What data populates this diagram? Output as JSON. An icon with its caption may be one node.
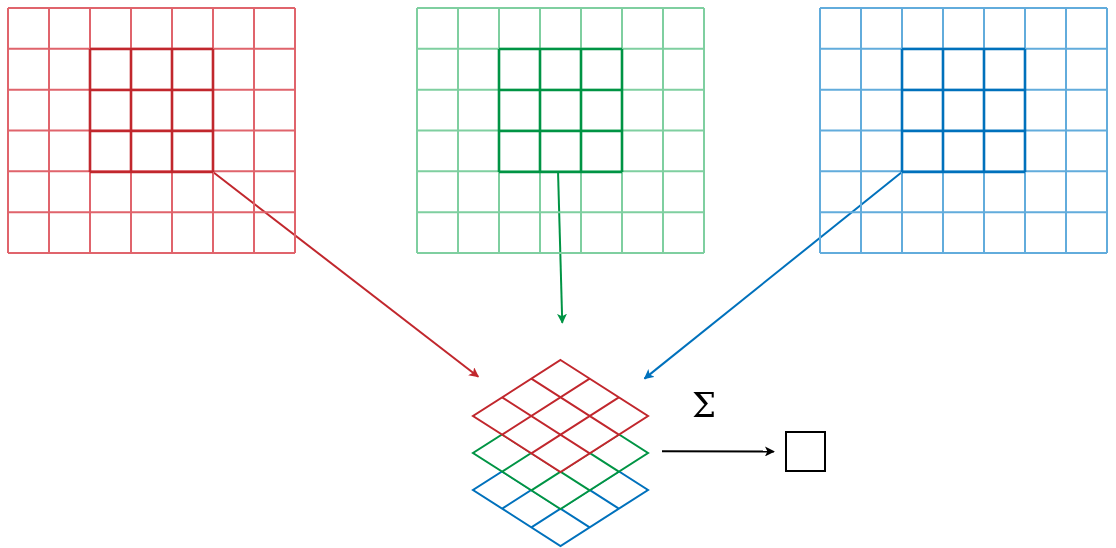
{
  "diagram": {
    "nodes": [
      {
        "text": [],
        "shape": "grid"
      },
      {
        "text": [],
        "shape": "grid",
        "in": 0
      },
      {
        "text": [],
        "shape": "grid"
      },
      {
        "text": [],
        "shape": "grid",
        "in": 2
      },
      {
        "text": [],
        "shape": "grid"
      },
      {
        "text": [],
        "shape": "grid",
        "in": 4
      },
      {
        "text": [],
        "shape": "stack"
      },
      {
        "text": [],
        "shape": "box"
      }
    ],
    "edges": [
      {
        "from": 1,
        "to": 6,
        "arrow": "to",
        "color": "#c1272d"
      },
      {
        "from": 3,
        "to": 6,
        "arrow": "to",
        "color": "#009444"
      },
      {
        "from": 5,
        "to": 6,
        "arrow": "to",
        "color": "#0071bc"
      },
      {
        "from": 6,
        "to": 7,
        "arrow": "to",
        "color": "#000000",
        "label": "Σ"
      }
    ]
  }
}
